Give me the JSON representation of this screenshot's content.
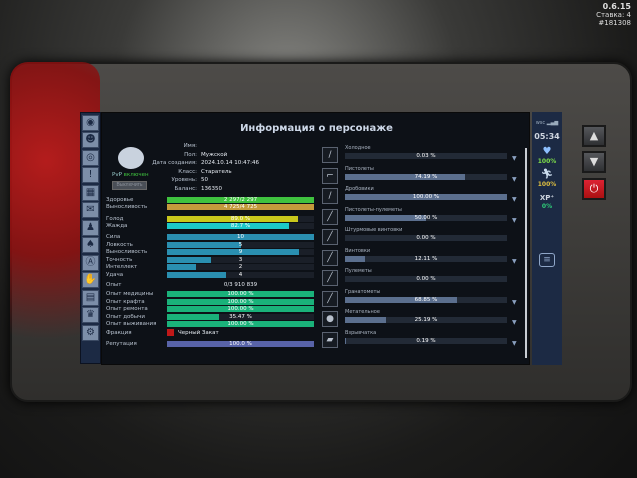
{
  "overlay": {
    "version": "0.6.15",
    "line2": "Ставка: 4",
    "line3": "#181308"
  },
  "title": "Информация о персонаже",
  "profile": {
    "pvp_label": "PvP",
    "pvp_state": "включен",
    "button": "Выключить",
    "fields": [
      {
        "k": "Имя:",
        "v": ""
      },
      {
        "k": "Пол:",
        "v": "Мужской"
      },
      {
        "k": "Дата создания:",
        "v": "2024.10.14 10:47:46"
      },
      {
        "k": "Класс:",
        "v": "Старатель"
      },
      {
        "k": "Уровень:",
        "v": "50"
      },
      {
        "k": "Баланс:",
        "v": "136350"
      }
    ]
  },
  "vitals": [
    {
      "label": "Здоровье",
      "text": "2 297/2 297",
      "pct": 100,
      "color": "#3fc23f"
    },
    {
      "label": "Выносливость",
      "text": "4 725/4 725",
      "pct": 100,
      "color": "#c49a3c"
    },
    {
      "label": "Голод",
      "text": "89.0 %",
      "pct": 89,
      "color": "#c9c81c"
    },
    {
      "label": "Жажда",
      "text": "82.7 %",
      "pct": 82.7,
      "color": "#1cc9c9"
    }
  ],
  "attributes": [
    {
      "label": "Сила",
      "value": "10",
      "pct": 100
    },
    {
      "label": "Ловкость",
      "value": "5",
      "pct": 50
    },
    {
      "label": "Выносливость",
      "value": "9",
      "pct": 90
    },
    {
      "label": "Точность",
      "value": "3",
      "pct": 30
    },
    {
      "label": "Интеллект",
      "value": "2",
      "pct": 20
    },
    {
      "label": "Удача",
      "value": "4",
      "pct": 40
    }
  ],
  "experience": {
    "label": "Опыт",
    "value": "0/3 910 839"
  },
  "skills": [
    {
      "label": "Опыт медицины",
      "text": "100.00 %",
      "pct": 100
    },
    {
      "label": "Опыт крафта",
      "text": "100.00 %",
      "pct": 100
    },
    {
      "label": "Опыт ремонта",
      "text": "100.00 %",
      "pct": 100
    },
    {
      "label": "Опыт добычи",
      "text": "35.47 %",
      "pct": 35.47
    },
    {
      "label": "Опыт выживания",
      "text": "100.00 %",
      "pct": 100
    }
  ],
  "faction": {
    "label": "Фракция",
    "value": "Черный Закат"
  },
  "reputation": {
    "label": "Репутация",
    "text": "100.0 %",
    "pct": 100
  },
  "weapons": [
    {
      "name": "Холодное",
      "text": "0.03 %",
      "pct": 0.03,
      "icon": "knife-icon"
    },
    {
      "name": "Пистолеты",
      "text": "74.19 %",
      "pct": 74.19,
      "icon": "pistol-icon"
    },
    {
      "name": "Дробовики",
      "text": "100.00 %",
      "pct": 100,
      "icon": "shotgun-icon"
    },
    {
      "name": "Пистолеты-пулеметы",
      "text": "50.00 %",
      "pct": 50,
      "icon": "smg-icon"
    },
    {
      "name": "Штурмовые винтовки",
      "text": "0.00 %",
      "pct": 0,
      "icon": "assault-rifle-icon"
    },
    {
      "name": "Винтовки",
      "text": "12.11 %",
      "pct": 12.11,
      "icon": "rifle-icon"
    },
    {
      "name": "Пулеметы",
      "text": "0.00 %",
      "pct": 0,
      "icon": "machine-gun-icon"
    },
    {
      "name": "Гранатометы",
      "text": "68.85 %",
      "pct": 68.85,
      "icon": "grenade-launcher-icon"
    },
    {
      "name": "Метательное",
      "text": "25.19 %",
      "pct": 25.19,
      "icon": "grenade-icon"
    },
    {
      "name": "Взрывчатка",
      "text": "0.19 %",
      "pct": 0.19,
      "icon": "explosive-icon"
    }
  ],
  "status": {
    "signal": "wsc",
    "time": "05:34",
    "health": "100%",
    "stamina": "100%",
    "xp_label": "XP⁺",
    "xp": "0%"
  }
}
